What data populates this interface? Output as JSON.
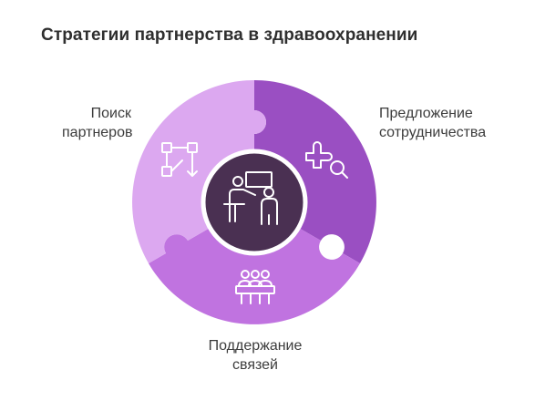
{
  "title": "Стратегии партнерства в здравоохранении",
  "segments": [
    {
      "id": "partner-search",
      "lines": [
        "Поиск",
        "партнеров"
      ],
      "icon": "flowchart-icon",
      "color": "#dca8f0"
    },
    {
      "id": "collaboration-offer",
      "lines": [
        "Предложение",
        "сотрудничества"
      ],
      "icon": "puzzle-search-icon",
      "color": "#9a4fc2"
    },
    {
      "id": "relationship-support",
      "lines": [
        "Поддержание",
        "связей"
      ],
      "icon": "team-meeting-icon",
      "color": "#c073e0"
    }
  ],
  "center": {
    "icon": "presenter-icon",
    "color": "#4a3052"
  }
}
